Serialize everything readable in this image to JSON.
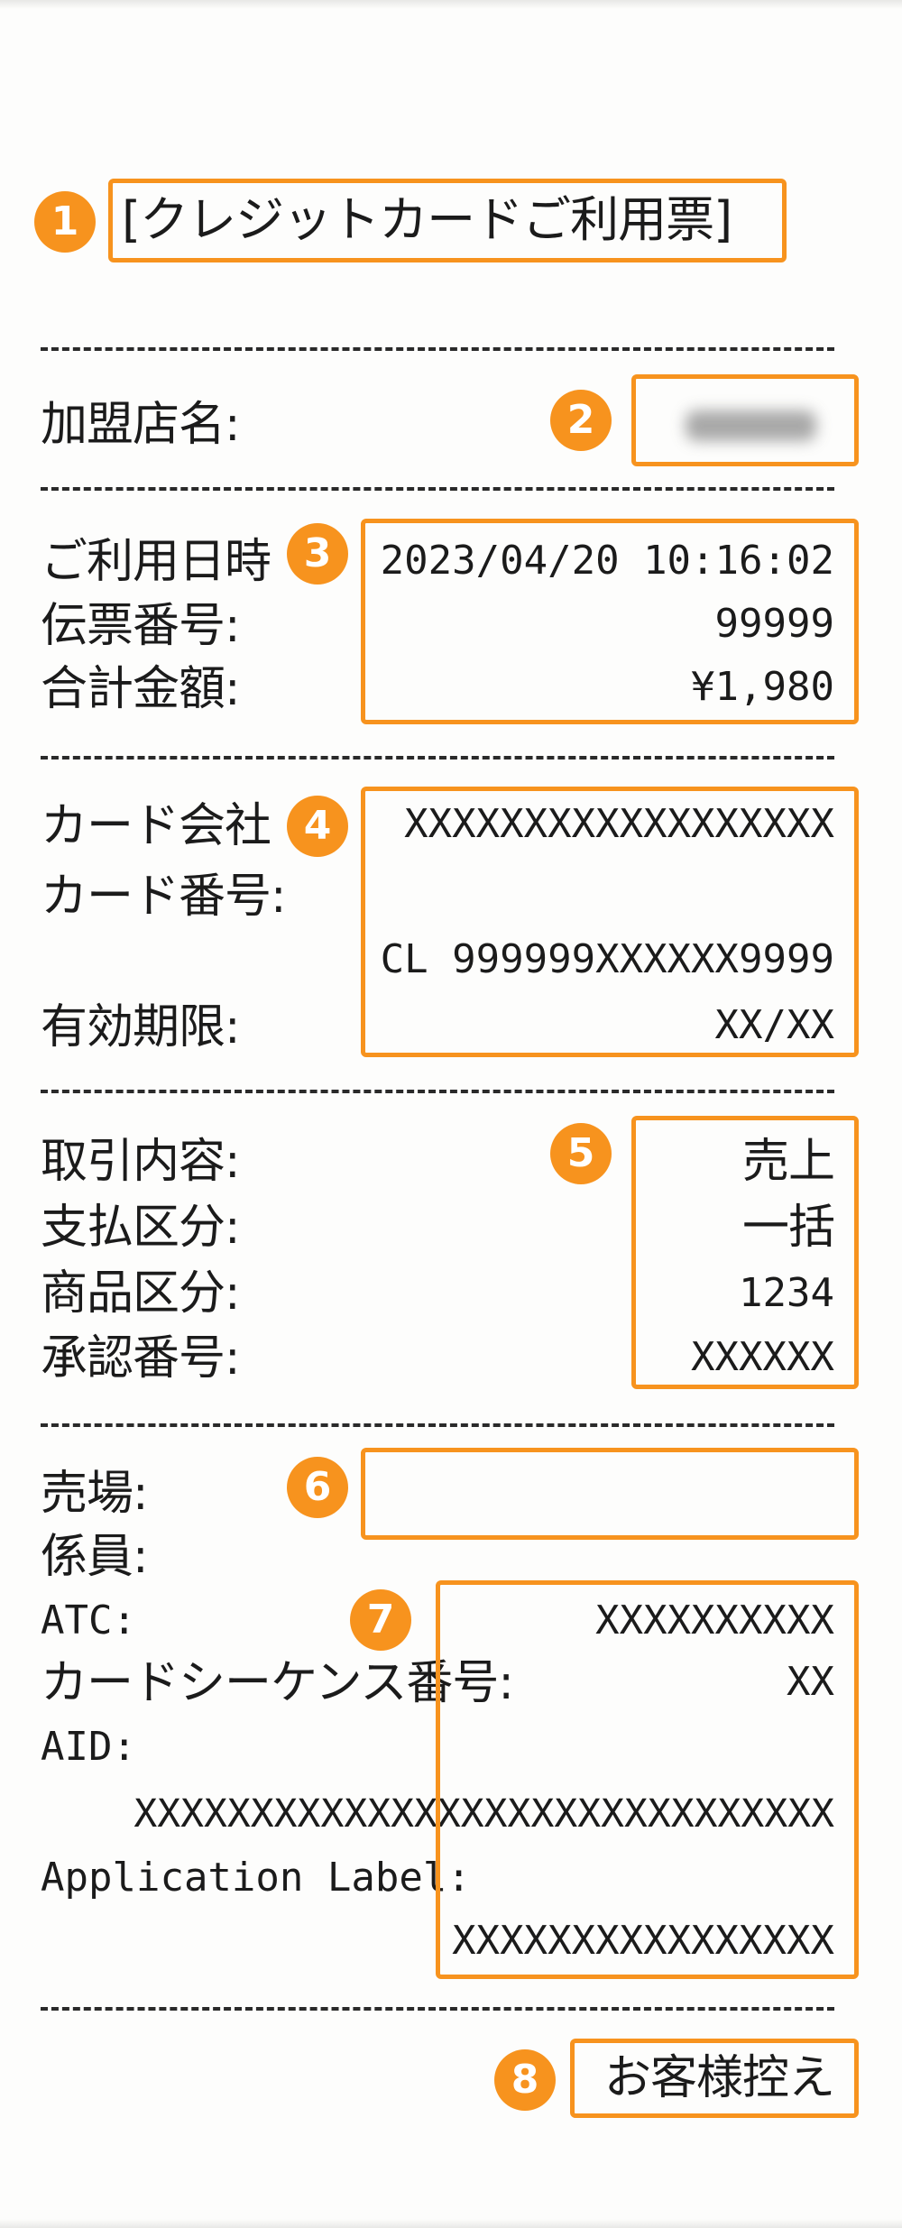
{
  "title": "[クレジットカードご利用票]",
  "merchant": {
    "label": "加盟店名:",
    "value_redacted": true
  },
  "transaction": {
    "datetime_label": "ご利用日時",
    "datetime_value": "2023/04/20 10:16:02",
    "slip_label": "伝票番号:",
    "slip_value": "99999",
    "total_label": "合計金額:",
    "total_value": "¥1,980"
  },
  "card": {
    "company_label": "カード会社",
    "company_value": "XXXXXXXXXXXXXXXXXX",
    "number_label": "カード番号:",
    "number_value": "CL 999999XXXXXX9999",
    "expiry_label": "有効期限:",
    "expiry_value": "XX/XX"
  },
  "payment": {
    "type_label": "取引内容:",
    "type_value": "売上",
    "method_label": "支払区分:",
    "method_value": "一括",
    "product_label": "商品区分:",
    "product_value": "1234",
    "approval_label": "承認番号:",
    "approval_value": "XXXXXX"
  },
  "staff": {
    "store_label": "売場:",
    "clerk_label": "係員:"
  },
  "emv": {
    "atc_label": "ATC:",
    "atc_value": "XXXXXXXXXX",
    "seq_label": "カードシーケンス番号:",
    "seq_value": "XX",
    "aid_label": "AID:",
    "aid_value": "XXXXXXXXXXXXXXXXXXXXXXXXXXXXXX",
    "app_label": "Application Label:",
    "app_value": "XXXXXXXXXXXXXXXX"
  },
  "footer": {
    "copy_label": "お客様控え"
  },
  "badges": [
    "1",
    "2",
    "3",
    "4",
    "5",
    "6",
    "7",
    "8"
  ],
  "colors": {
    "highlight": "#f7931e",
    "ink": "#1b1b1b",
    "paper": "#fdfdfc"
  }
}
